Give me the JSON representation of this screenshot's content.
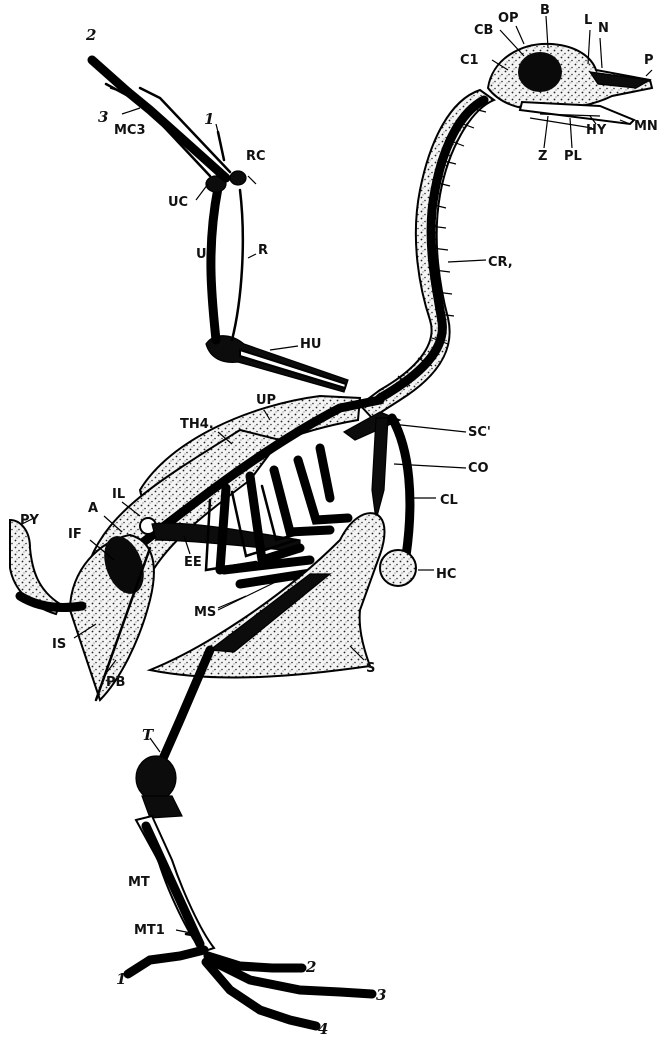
{
  "labels": {
    "digit_2_wing": "2",
    "digit_3_wing": "3",
    "mc3": "MC3",
    "digit_1_wing": "1",
    "rc": "RC",
    "uc": "UC",
    "u": "U",
    "r": "R",
    "hu": "HU",
    "cb": "CB",
    "op": "OP",
    "b": "B",
    "l": "L",
    "n": "N",
    "p": "P",
    "c1": "C1",
    "mn": "MN",
    "hy": "HY",
    "z": "Z",
    "pl": "PL",
    "cr": "CR,",
    "up": "UP",
    "th4": "TH4.",
    "sc": "SC'",
    "co": "CO",
    "cl": "CL",
    "il": "IL",
    "a": "A",
    "py": "PY",
    "if": "IF",
    "ee": "EE",
    "hc": "HC",
    "ms": "MS",
    "is": "IS",
    "pb": "PB",
    "s": "S",
    "t": "T",
    "mt": "MT",
    "mt1": "MT1",
    "toe_1": "1",
    "toe_2": "2",
    "toe_3": "3",
    "toe_4": "4"
  }
}
